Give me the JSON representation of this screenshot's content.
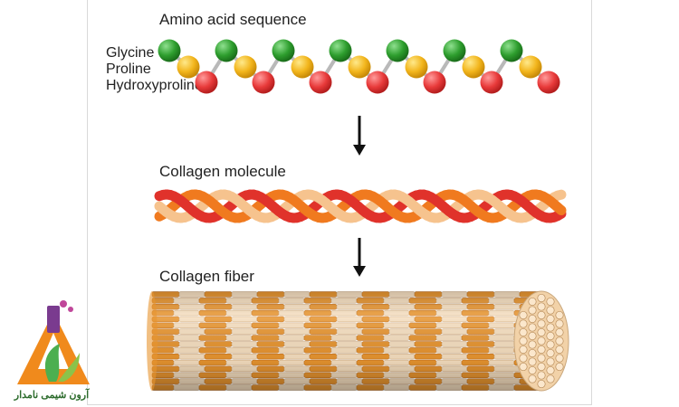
{
  "sections": {
    "sequence_title": "Amino acid sequence",
    "molecule_title": "Collagen molecule",
    "fiber_title": "Collagen fiber"
  },
  "legend": {
    "glycine": "Glycine",
    "proline": "Proline",
    "hydroxyproline": "Hydroxyproline"
  },
  "colors": {
    "glycine": "#2e9e2e",
    "proline": "#f2b51c",
    "hydroxyproline": "#e83a3a",
    "strand_red": "#e0322b",
    "strand_orange": "#f07a1f",
    "strand_peach": "#f6c38e",
    "fiber_orange": "#e8952f",
    "fiber_cream": "#f6dfc0"
  },
  "logo": {
    "text": "آرون شیمی نامدار"
  }
}
